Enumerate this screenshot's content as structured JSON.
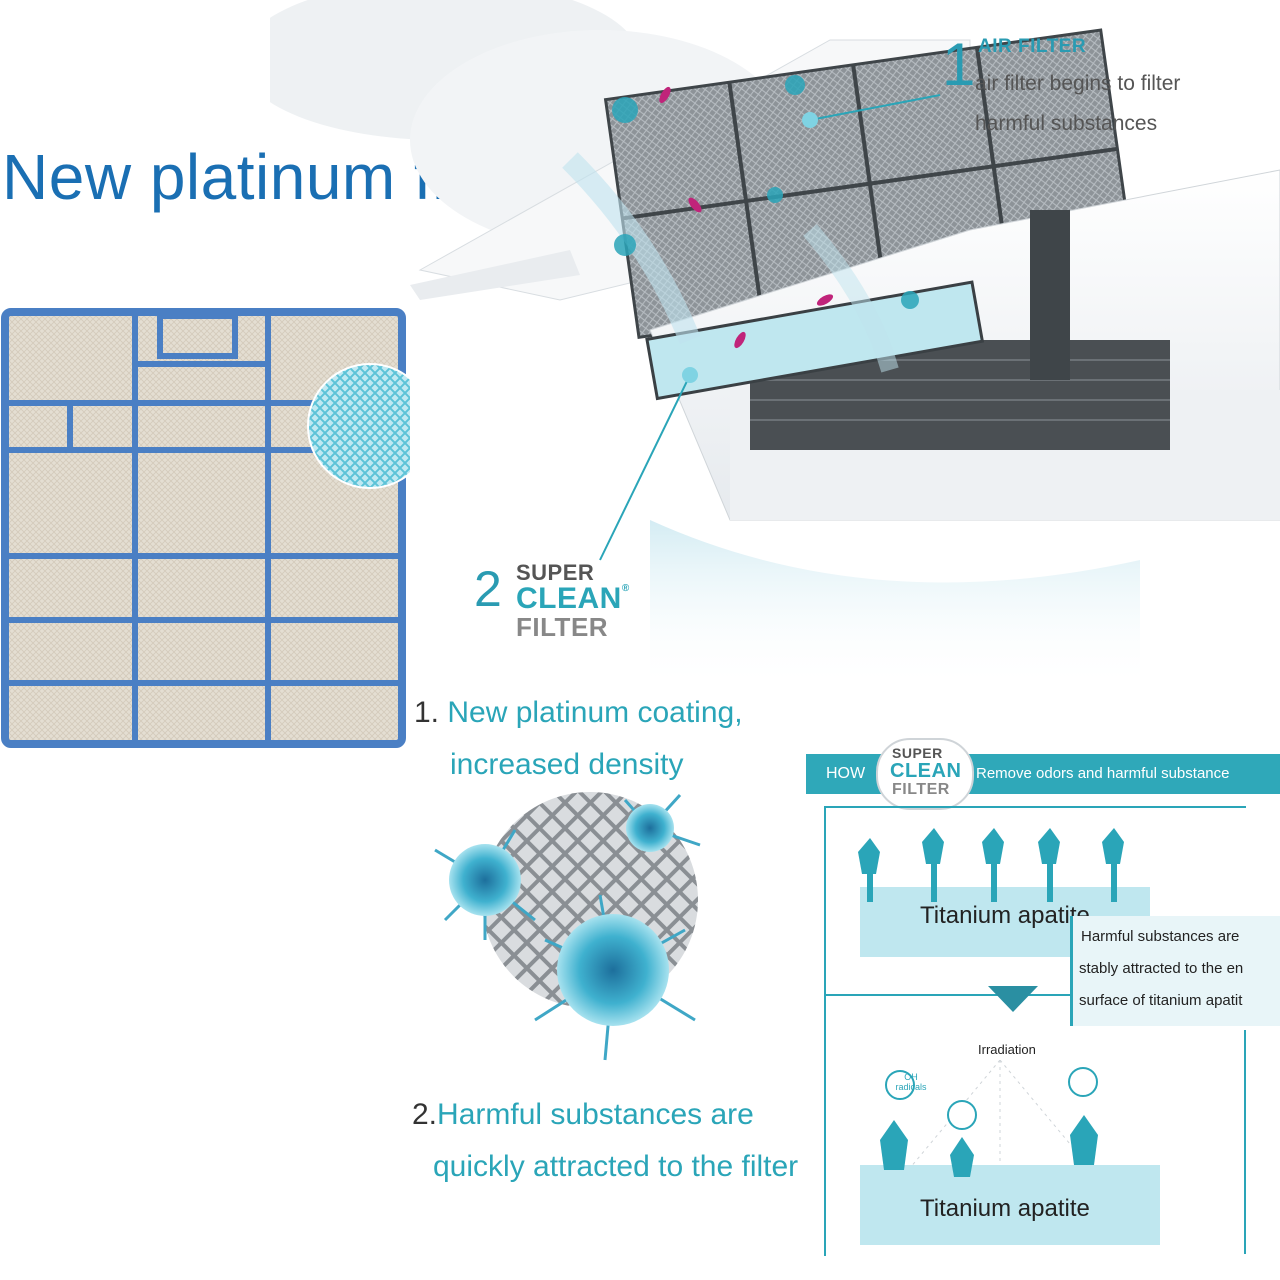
{
  "headline": "New platinum filter",
  "air_filter": {
    "number": "1",
    "title": "AIR FILTER",
    "line1": "air filter begins to filter",
    "line2": "harmful substances"
  },
  "super_clean": {
    "number": "2",
    "word1": "SUPER",
    "word2": "CLEAN",
    "word3": "FILTER",
    "mark": "®"
  },
  "step1": {
    "number": "1.",
    "line1": "New platinum coating,",
    "line2": "increased density"
  },
  "step2": {
    "number": "2.",
    "line1": "Harmful substances are",
    "line2": "quickly attracted to the filter"
  },
  "how_panel": {
    "how_label": "HOW",
    "logo1": "SUPER",
    "logo2": "CLEAN",
    "logo3": "FILTER",
    "banner_text": "Remove odors and harmful substance",
    "layer_label_top": "Titanium apatite",
    "callout_line1": "Harmful substances are",
    "callout_line2": "stably attracted to the en",
    "callout_line3": "surface of titanium apatit",
    "irradiation_label": "Irradiation",
    "oh_label": "OH radicals",
    "layer_label_bottom": "Titanium apatite"
  },
  "colors": {
    "headline_blue": "#1a6fb3",
    "teal": "#2aa5b8",
    "filter_frame": "#4a7fc4"
  }
}
